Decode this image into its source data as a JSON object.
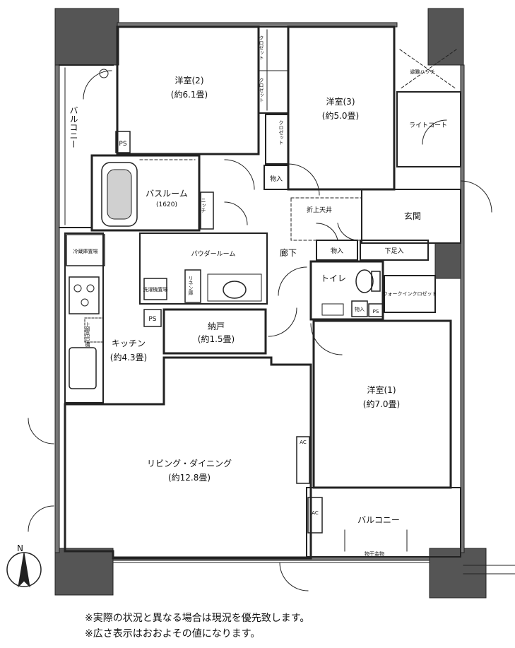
{
  "rooms": {
    "western2": {
      "name": "洋室(2)",
      "area": "(約6.1畳)"
    },
    "western3": {
      "name": "洋室(3)",
      "area": "(約5.0畳)"
    },
    "western1": {
      "name": "洋室(1)",
      "area": "(約7.0畳)"
    },
    "living": {
      "name": "リビング・ダイニング",
      "area": "(約12.8畳)"
    },
    "kitchen": {
      "name": "キッチン",
      "area": "(約4.3畳)"
    },
    "storage": {
      "name": "納戸",
      "area": "(約1.5畳)"
    },
    "bathroom": {
      "name": "バスルーム",
      "size": "(1620)"
    },
    "powder": {
      "name": "パウダールーム"
    },
    "entrance": {
      "name": "玄関"
    },
    "corridor": {
      "name": "廊下"
    },
    "toilet": {
      "name": "トイレ"
    },
    "walkin": {
      "name": "ウォークインクロゼット"
    }
  },
  "labels": {
    "balcony_west": "バルコニー",
    "balcony_south": "バルコニー",
    "closet_a": "クロゼット",
    "closet_b": "クロゼット",
    "closet_c": "クロゼット",
    "storage_w3": "物入",
    "storage_hall": "物入",
    "storage_toilet": "物入",
    "shoe_box": "下足入",
    "folding_ceiling": "折上天井",
    "light_court": "ライトコート",
    "fire_escape": "避難ハッチ",
    "niche": "ニッチ",
    "fridge": "冷蔵庫置場",
    "washer": "洗濯機置場",
    "linen": "リネン庫",
    "ps": "PS",
    "ac": "AC",
    "upper_cabinet": "上部吊戸棚",
    "drying_rack": "物干金物",
    "north": "N"
  },
  "notes": [
    "※実際の状況と異なる場合は現況を優先致します。",
    "※広さ表示はおおよその値になります。"
  ]
}
